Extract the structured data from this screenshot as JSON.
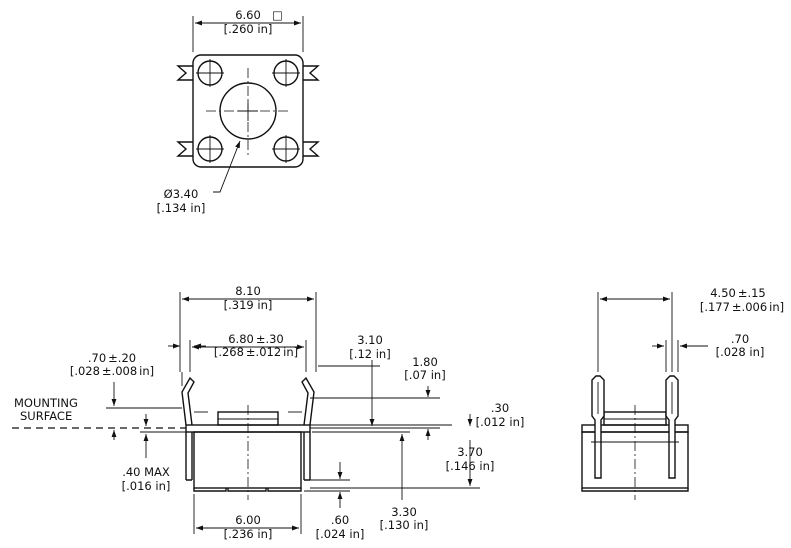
{
  "drawing": {
    "top_view": {
      "width_mm": "6.60",
      "width_in": "[.260 in]",
      "square_symbol": "□",
      "diameter_mm": "Ø3.40",
      "diameter_in": "[.134 in]"
    },
    "front_view": {
      "lead_span_mm": "8.10",
      "lead_span_in": "[.319 in]",
      "inner_span_mm": "6.80",
      "inner_span_tol": "±.30",
      "inner_span_in": "[.268",
      "inner_span_in_tol": "±.012",
      "inner_span_in_close": "in]",
      "lead_offset_mm": "3.10",
      "lead_offset_in": "[.12 in]",
      "bend_height_mm": "1.80",
      "bend_height_in": "[.07 in]",
      "lead_thickness_mm": ".70",
      "lead_thickness_tol": "±.20",
      "lead_thickness_in": "[.028",
      "lead_thickness_in_tol": "±.008",
      "lead_thickness_in_close": "in]",
      "plate_thickness_mm": ".30",
      "plate_thickness_in": "[.012 in]",
      "mounting_label_1": "MOUNTING",
      "mounting_label_2": "SURFACE",
      "height_total_mm": "3.70",
      "height_total_in": "[.146 in]",
      "standoff_mm": ".40 MAX",
      "standoff_in": "[.016 in]",
      "body_height_mm": "3.30",
      "body_height_in": "[.130 in]",
      "base_width_mm": "6.00",
      "base_width_in": "[.236 in]",
      "foot_mm": ".60",
      "foot_in": "[.024 in]"
    },
    "side_view": {
      "pin_pitch_mm": "4.50",
      "pin_pitch_tol": "±.15",
      "pin_pitch_in": "[.177",
      "pin_pitch_in_tol": "±.006",
      "pin_pitch_in_close": "in]",
      "pin_width_mm": ".70",
      "pin_width_in": "[.028 in]"
    }
  }
}
